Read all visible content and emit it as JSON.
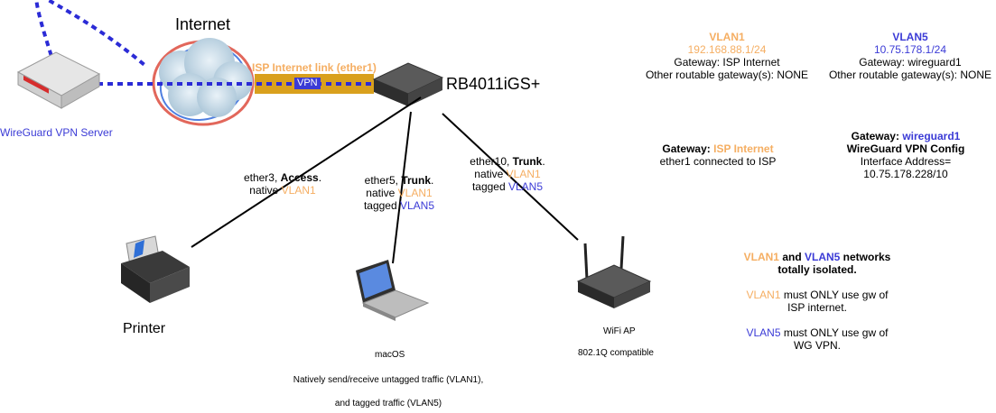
{
  "colors": {
    "vlan1": "#f5ae62",
    "vlan5": "#3b3bd6",
    "vpn_line": "#2b2bd6",
    "isp_link": "#d9a01d"
  },
  "nodes": {
    "internet": "Internet",
    "router": "RB4011iGS+",
    "wg_server": "WireGuard VPN Server",
    "printer": "Printer",
    "macos": "macOS",
    "wifi_ap": "WiFi AP",
    "wifi_ap_note": "802.1Q compatible"
  },
  "links": {
    "isp_link": "ISP Internet link (ether1)",
    "vpn": "VPN",
    "ether3": {
      "port": "ether3, ",
      "mode": "Access",
      "dot": ".",
      "native_prefix": "native ",
      "native_vlan": "VLAN1"
    },
    "ether5": {
      "port": "ether5, ",
      "mode": "Trunk",
      "dot": ".",
      "native_prefix": "native ",
      "native_vlan": "VLAN1",
      "tagged_prefix": "tagged ",
      "tagged_vlan": "VLAN5"
    },
    "ether10": {
      "port": "ether10, ",
      "mode": "Trunk",
      "dot": ".",
      "native_prefix": "native ",
      "native_vlan": "VLAN1",
      "tagged_prefix": "tagged ",
      "tagged_vlan": "VLAN5"
    }
  },
  "macos_notes": [
    "Natively send/receive untagged traffic (VLAN1),",
    "and tagged traffic (VLAN5)"
  ],
  "vlan1_info": {
    "name": "VLAN1",
    "subnet": "192.168.88.1/24",
    "gateway": "Gateway: ISP Internet",
    "other": "Other routable gateway(s): NONE"
  },
  "vlan5_info": {
    "name": "VLAN5",
    "subnet": "10.75.178.1/24",
    "gateway": "Gateway: wireguard1",
    "other": "Other routable gateway(s): NONE"
  },
  "gw_isp": {
    "prefix": "Gateway: ",
    "name": "ISP Internet",
    "line2": "ether1 connected to ISP"
  },
  "gw_wg": {
    "prefix": "Gateway: ",
    "name": "wireguard1",
    "line2": "WireGuard VPN Config",
    "line3": "Interface Address=",
    "line4": "10.75.178.228/10"
  },
  "isolation": {
    "v1": "VLAN1",
    "and": " and ",
    "v5": "VLAN5",
    "networks": " networks",
    "line2": "totally isolated.",
    "r1_vlan": "VLAN1",
    "r1_text": " must ONLY use gw of",
    "r1_line2": "ISP internet.",
    "r2_vlan": "VLAN5",
    "r2_text": " must ONLY use gw of",
    "r2_line2": "WG VPN."
  }
}
